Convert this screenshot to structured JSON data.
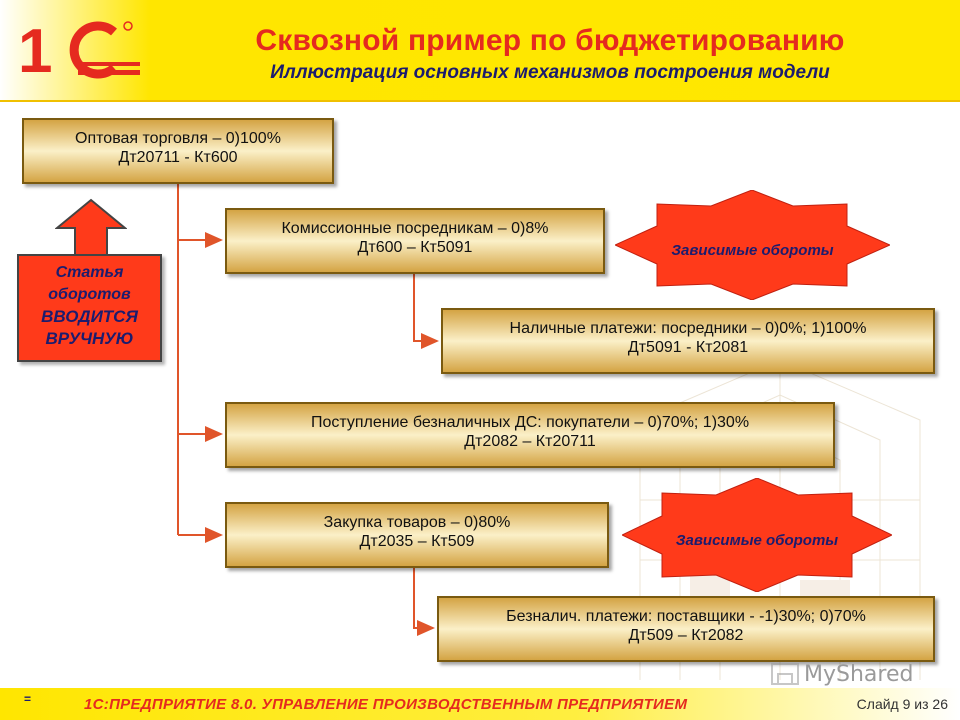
{
  "header": {
    "title": "Сквозной пример по бюджетированию",
    "subtitle": "Иллюстрация основных механизмов построения модели",
    "logo_icon": "1c-logo-icon"
  },
  "boxes": {
    "wholesale": {
      "line1": "Оптовая торговля – 0)100%",
      "line2": "Дт20711 - Кт600"
    },
    "commission": {
      "line1": "Комиссионные посредникам – 0)8%",
      "line2": "Дт600 – Кт5091"
    },
    "cash": {
      "line1": "Наличные платежи: посредники – 0)0%; 1)100%",
      "line2": "Дт5091 - Кт2081"
    },
    "receipts": {
      "line1": "Поступление безналичных ДС: покупатели – 0)70%; 1)30%",
      "line2": "Дт2082 – Кт20711"
    },
    "purchase": {
      "line1": "Закупка товаров – 0)80%",
      "line2": "Дт2035 – Кт509"
    },
    "noncash": {
      "line1": "Безналич. платежи: поставщики - -1)30%; 0)70%",
      "line2": "Дт509 – Кт2082"
    }
  },
  "manual": {
    "line1": "Статья",
    "line2": "оборотов",
    "line3": "ВВОДИТСЯ",
    "line4": "ВРУЧНУЮ",
    "arrow_icon": "up-arrow-icon"
  },
  "bursts": {
    "first": "Зависимые обороты",
    "second": "Зависимые обороты"
  },
  "footer": {
    "mark": "=",
    "text": "1С:ПРЕДПРИЯТИЕ 8.0. УПРАВЛЕНИЕ ПРОИЗВОДСТВЕННЫМ ПРЕДПРИЯТИЕМ",
    "slide": "Слайд 9 из 26"
  },
  "watermark": {
    "text": "MyShared"
  },
  "colors": {
    "accent_red": "#e52a1f",
    "navy": "#1c1c6e",
    "header_yellow": "#ffe600",
    "box_gold": "#d4a444",
    "connector": "#e0552a"
  }
}
